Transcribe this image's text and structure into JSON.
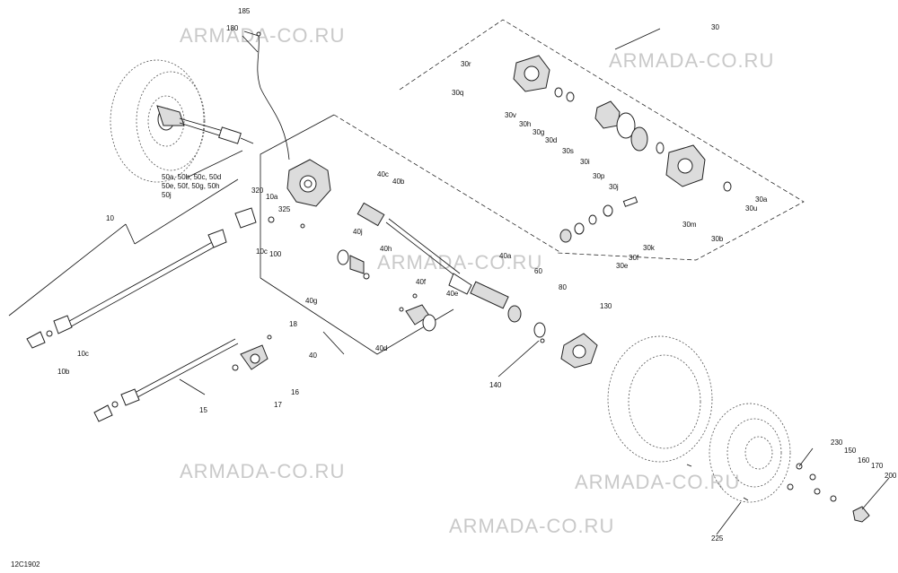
{
  "watermark": "ARMADA-CO.RU",
  "diagram_code": "12C1902",
  "callouts": {
    "c185": "185",
    "c180": "180",
    "c30": "30",
    "c30r": "30r",
    "c30q": "30q",
    "c30v": "30v",
    "c30h": "30h",
    "c30g": "30g",
    "c30d": "30d",
    "c30s": "30s",
    "c30i": "30i",
    "c30p": "30p",
    "c30j": "30j",
    "c30a": "30a",
    "c30u": "30u",
    "c30m": "30m",
    "c30b": "30b",
    "c30k": "30k",
    "c30f": "30f",
    "c30e": "30e",
    "c50_line1": "50a, 50b, 50c, 50d",
    "c50_line2": "50e, 50f, 50g, 50h",
    "c50_line3": "50j",
    "c320": "320",
    "c10a": "10a",
    "c325": "325",
    "c10c_top": "10c",
    "c100": "100",
    "c10": "10",
    "c10b": "10b",
    "c10c_bot": "10c",
    "c40c": "40c",
    "c40b": "40b",
    "c40j": "40j",
    "c40h": "40h",
    "c40g": "40g",
    "c40a": "40a",
    "c40e": "40e",
    "c40f": "40f",
    "c40d": "40d",
    "c40": "40",
    "c60": "60",
    "c80": "80",
    "c130": "130",
    "c140": "140",
    "c18": "18",
    "c16": "16",
    "c17": "17",
    "c15": "15",
    "c230": "230",
    "c150": "150",
    "c160": "160",
    "c170": "170",
    "c200": "200",
    "c225": "225"
  }
}
